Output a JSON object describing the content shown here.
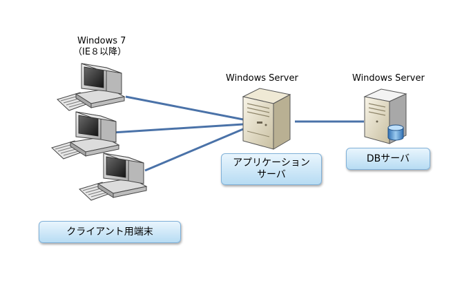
{
  "client_os": "Windows 7",
  "client_browser": "（IE８以降）",
  "app_server_os": "Windows Server",
  "db_server_os": "Windows Server",
  "app_server_label_line1": "アプリケーション",
  "app_server_label_line2": "サーバ",
  "db_server_label": "DBサーバ",
  "client_label": "クライアント用端末",
  "colors": {
    "link": "#4a72a8",
    "label_box_top": "#e9f5fd",
    "label_box_bottom": "#b7dcf3",
    "label_box_border": "#7fb0d8"
  }
}
